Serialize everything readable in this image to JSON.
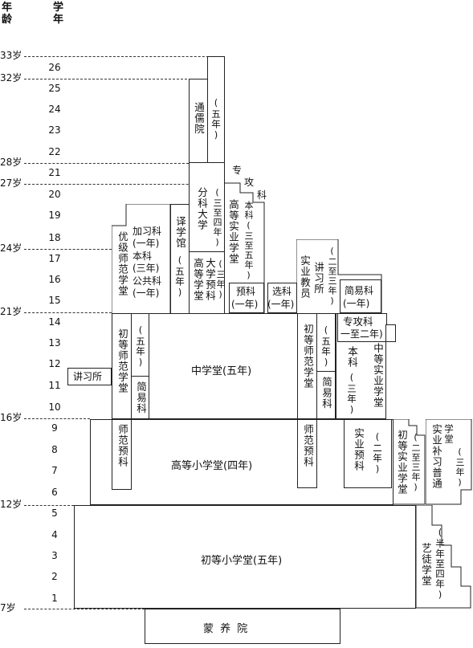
{
  "axis": {
    "age_header": "年龄",
    "year_header": "学年",
    "age_marks": [
      "33岁",
      "32岁",
      "28岁",
      "27岁",
      "24岁",
      "21岁",
      "16岁",
      "12岁",
      "7岁"
    ],
    "year_numbers": [
      "26",
      "25",
      "24",
      "23",
      "22",
      "21",
      "20",
      "19",
      "18",
      "17",
      "16",
      "15",
      "14",
      "13",
      "12",
      "11",
      "10",
      "9",
      "8",
      "7",
      "6",
      "5",
      "4",
      "3",
      "2",
      "1"
    ]
  },
  "institutions": {
    "mengyangyuan": "蒙 养 院",
    "chudeng_xiaoxue": "初等小学堂(五年)",
    "gaodeng_xiaoxue": "高等小学堂(四年)",
    "zhongxuetang": "中学堂(五年)",
    "gaodeng_xuetang": "高等学堂",
    "gaodeng_xuetang_years": "(三年)",
    "daxue_yuke": "大学预科",
    "fenke_daxue": "分科大学",
    "fenke_daxue_years": "(三至四年)",
    "tongruyuan": "通儒院",
    "tongruyuan_years": "(五年)",
    "yixueguan": "译学馆",
    "yixueguan_years": "(五年)",
    "youji_shifan": "优级师范学堂",
    "jiaxike": "加习科",
    "jiaxike_years": "(一年)",
    "benke": "本科",
    "benke_years": "(三年)",
    "gonggongke": "公共科",
    "gonggongke_years": "(一年)",
    "chuji_shifan": "初等师范学堂",
    "chuji_shifan_years": "(五年)",
    "jianyike": "简易科",
    "jiangxisuo": "讲习所",
    "shifan_yuke": "师范预科",
    "gaodeng_shiye": "高等实业学堂",
    "gaodeng_shiye_benke": "本科(三至五年)",
    "yuke_label": "预科",
    "yuke_years": "(一年)",
    "zhuangongke_vertical": "专攻科",
    "xuanke": "选科",
    "xuanke_years": "(一年)",
    "shiye_jiaoyuan": "实业教员",
    "shiye_jiaoyuan_jiangxisuo": "讲习所",
    "shiye_jiaoyuan_years": "(二至三年)",
    "jianyike2": "简易科",
    "jianyike2_years": "(一年)",
    "chuji_shifan2": "初等师范学堂",
    "chuji_shifan2_years": "(五年)",
    "jianyike3": "简易科",
    "zhuangongke2": "专攻科",
    "zhuangongke2_years": "一至二年)",
    "zhongdeng_shiye": "中等实业学堂",
    "zhongdeng_benke": "本科",
    "zhongdeng_benke_years": "(三年)",
    "shiye_yuke": "实业预科",
    "shiye_yuke_years": "(二年)",
    "chudeng_shiye": "初等实业学堂",
    "chudeng_shiye_years": "(二至三年)",
    "shiye_buxi": "实业补习普通",
    "shiye_buxi_tang": "学堂",
    "shiye_buxi_years": "(三年)",
    "yitu_xuetang": "艺徒学堂",
    "yitu_years": "(半年至四年)",
    "shifan_yuke2": "师范预科"
  }
}
